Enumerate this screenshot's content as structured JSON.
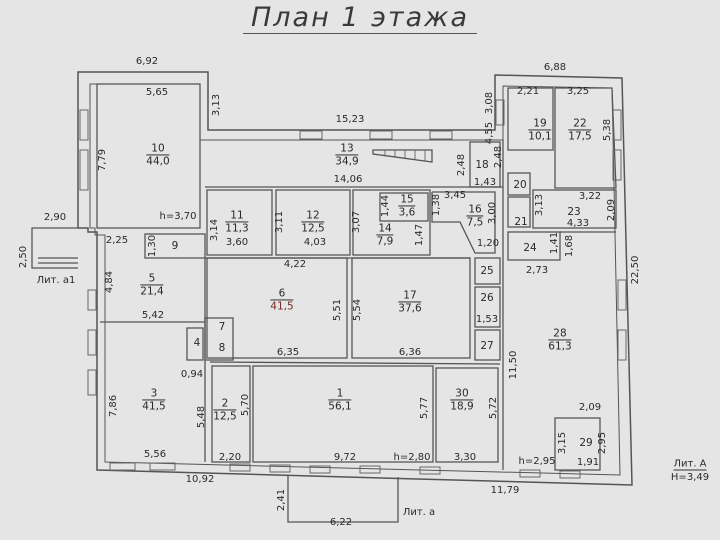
{
  "title": "План 1 этажа",
  "rooms": [
    {
      "number": "10",
      "area": "44,0"
    },
    {
      "number": "11",
      "area": "11,3"
    },
    {
      "number": "12",
      "area": "12,5"
    },
    {
      "number": "13",
      "area": "34,9"
    },
    {
      "number": "14",
      "area": "7,9"
    },
    {
      "number": "15",
      "area": "3,6"
    },
    {
      "number": "16",
      "area": "7,5"
    },
    {
      "number": "17",
      "area": "37,6"
    },
    {
      "number": "18",
      "area": ""
    },
    {
      "number": "19",
      "area": "10,1"
    },
    {
      "number": "20",
      "area": ""
    },
    {
      "number": "21",
      "area": ""
    },
    {
      "number": "22",
      "area": "17,5"
    },
    {
      "number": "23",
      "area": ""
    },
    {
      "number": "24",
      "area": ""
    },
    {
      "number": "25",
      "area": ""
    },
    {
      "number": "26",
      "area": ""
    },
    {
      "number": "27",
      "area": ""
    },
    {
      "number": "28",
      "area": "61,3"
    },
    {
      "number": "29",
      "area": ""
    },
    {
      "number": "30",
      "area": "18,9"
    },
    {
      "number": "1",
      "area": "56,1"
    },
    {
      "number": "2",
      "area": "12,5"
    },
    {
      "number": "3",
      "area": "41,5"
    },
    {
      "number": "4",
      "area": ""
    },
    {
      "number": "5",
      "area": "21,4"
    },
    {
      "number": "6",
      "area": "41,5"
    },
    {
      "number": "7",
      "area": ""
    },
    {
      "number": "8",
      "area": ""
    },
    {
      "number": "9",
      "area": ""
    }
  ],
  "dimensions": [
    "6,92",
    "5,65",
    "3,13",
    "7,79",
    "h=3,70",
    "15,23",
    "14,06",
    "3,14",
    "3,60",
    "3,11",
    "4,03",
    "3,07",
    "4,22",
    "1,44",
    "1,38",
    "3,45",
    "3,00",
    "1,47",
    "1,20",
    "2,48",
    "2,48",
    "1,43",
    "3,08",
    "6,88",
    "2,21",
    "3,25",
    "4,55",
    "5,38",
    "3,13",
    "3,22",
    "2,09",
    "1,41",
    "1,68",
    "2,73",
    "22,50",
    "2,90",
    "2,50",
    "Лит. а1",
    "2,25",
    "1,30",
    "4,84",
    "5,42",
    "5,51",
    "5,54",
    "1,53",
    "6,35",
    "6,36",
    "0,94",
    "7,86",
    "5,48",
    "5,70",
    "5,77",
    "5,72",
    "11,50",
    "2,09",
    "3,15",
    "2,95",
    "5,56",
    "2,20",
    "9,72",
    "h=2,80",
    "3,30",
    "h=2,95",
    "1,91",
    "Лит. А",
    "H=3,49",
    "10,92",
    "11,79",
    "2,41",
    "6,22",
    "Лит. а",
    "4,33"
  ]
}
